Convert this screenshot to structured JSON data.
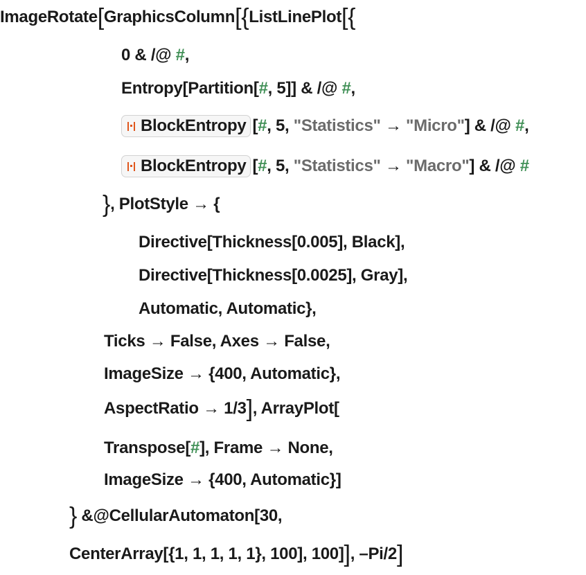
{
  "code_lines": [
    {
      "indent": 0,
      "segments": [
        {
          "t": "ImageRotate"
        },
        {
          "t": "[",
          "k": "big"
        },
        {
          "t": "GraphicsColumn"
        },
        {
          "t": "[{",
          "k": "big"
        },
        {
          "t": "ListLinePlot"
        },
        {
          "t": "[{",
          "k": "big"
        }
      ]
    },
    {
      "indent": 175,
      "segments": [
        {
          "t": "0 & /@ "
        },
        {
          "t": "#",
          "k": "slot"
        },
        {
          "t": ","
        }
      ]
    },
    {
      "indent": 175,
      "segments": [
        {
          "t": "Entropy[Partition["
        },
        {
          "t": "#",
          "k": "slot"
        },
        {
          "t": ", 5]] & /@ "
        },
        {
          "t": "#",
          "k": "slot"
        },
        {
          "t": ","
        }
      ]
    },
    {
      "indent": 175,
      "segments": [
        {
          "t": "BlockEntropy",
          "k": "btn"
        },
        {
          "t": "["
        },
        {
          "t": "#",
          "k": "slot"
        },
        {
          "t": ", 5, "
        },
        {
          "t": "\"Statistics\"",
          "k": "str"
        },
        {
          "t": " → "
        },
        {
          "t": "\"Micro\"",
          "k": "str"
        },
        {
          "t": "] & /@ "
        },
        {
          "t": "#",
          "k": "slot"
        },
        {
          "t": ","
        }
      ]
    },
    {
      "indent": 175,
      "segments": [
        {
          "t": "BlockEntropy",
          "k": "btn"
        },
        {
          "t": "["
        },
        {
          "t": "#",
          "k": "slot"
        },
        {
          "t": ", 5, "
        },
        {
          "t": "\"Statistics\"",
          "k": "str"
        },
        {
          "t": " → "
        },
        {
          "t": "\"Macro\"",
          "k": "str"
        },
        {
          "t": "] & /@ "
        },
        {
          "t": "#",
          "k": "slot"
        }
      ]
    },
    {
      "indent": 148,
      "segments": [
        {
          "t": "}",
          "k": "big"
        },
        {
          "t": ", PlotStyle → {"
        }
      ]
    },
    {
      "indent": 200,
      "segments": [
        {
          "t": "Directive[Thickness[0.005], Black],"
        }
      ]
    },
    {
      "indent": 200,
      "segments": [
        {
          "t": "Directive[Thickness[0.0025], Gray],"
        }
      ]
    },
    {
      "indent": 200,
      "segments": [
        {
          "t": "Automatic, Automatic},"
        }
      ]
    },
    {
      "indent": 150,
      "segments": [
        {
          "t": "Ticks → False, Axes → False,"
        }
      ]
    },
    {
      "indent": 150,
      "segments": [
        {
          "t": "ImageSize → {400, Automatic},"
        }
      ]
    },
    {
      "indent": 150,
      "segments": [
        {
          "t": "AspectRatio → 1/3"
        },
        {
          "t": "]",
          "k": "big"
        },
        {
          "t": ", ArrayPlot["
        }
      ]
    },
    {
      "indent": 150,
      "segments": [
        {
          "t": "Transpose["
        },
        {
          "t": "#",
          "k": "slot"
        },
        {
          "t": "], Frame → None,"
        }
      ]
    },
    {
      "indent": 150,
      "segments": [
        {
          "t": "ImageSize → {400, Automatic}]"
        }
      ]
    },
    {
      "indent": 100,
      "segments": [
        {
          "t": "}",
          "k": "big"
        },
        {
          "t": " &@CellularAutomaton[30,"
        }
      ]
    },
    {
      "indent": 100,
      "segments": [
        {
          "t": "CenterArray[{1, 1, 1, 1, 1}, 100], 100]"
        },
        {
          "t": "]",
          "k": "big"
        },
        {
          "t": ", –Pi/2"
        },
        {
          "t": "]",
          "k": "big"
        }
      ]
    }
  ]
}
